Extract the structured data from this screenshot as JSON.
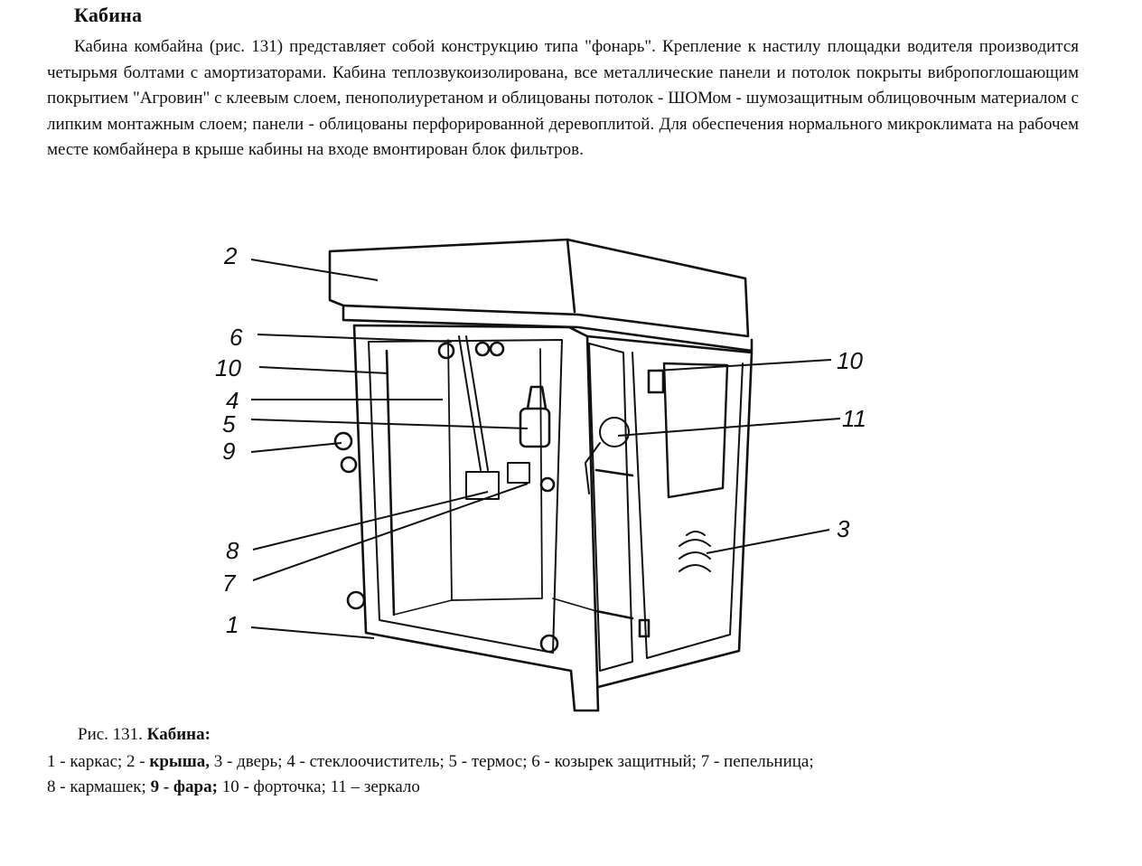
{
  "section": {
    "title": "Кабина",
    "paragraph": "Кабина комбайна (рис. 131) представляет собой конструкцию типа \"фонарь\". Крепление к настилу площадки водителя производится четырьмя болтами с амортизаторами. Кабина теплозвукоизолирована, все металлические панели и потолок покрыты вибропоглошающим покрытием \"Агровин\" с клеевым слоем, пенополиуретаном и облицованы потолок - ШОМом - шумозащитным облицовочным материалом с липким монтажным слоем; панели - облицованы перфорированной деревоплитой. Для обеспечения нормального микроклимата на рабочем месте комбайнера в крыше кабины на входе вмонтирован блок фильтров."
  },
  "figure": {
    "callouts": [
      "2",
      "6",
      "10",
      "4",
      "5",
      "9",
      "8",
      "7",
      "1",
      "10",
      "11",
      "3"
    ],
    "caption_prefix": "Рис. 131.",
    "caption_title": "Кабина:",
    "legend": [
      {
        "num": "1",
        "text": "каркас;"
      },
      {
        "num": "2",
        "text": "крыша,"
      },
      {
        "num": "3",
        "text": "дверь;"
      },
      {
        "num": "4",
        "text": "стеклоочиститель;"
      },
      {
        "num": "5",
        "text": "термос;"
      },
      {
        "num": "6",
        "text": "козырек защитный;"
      },
      {
        "num": "7",
        "text": "пепельница;"
      },
      {
        "num": "8",
        "text": "кармашек;"
      },
      {
        "num": "9",
        "text": "фара;"
      },
      {
        "num": "10",
        "text": "форточка;"
      },
      {
        "num": "11",
        "text": "зеркало"
      }
    ]
  }
}
